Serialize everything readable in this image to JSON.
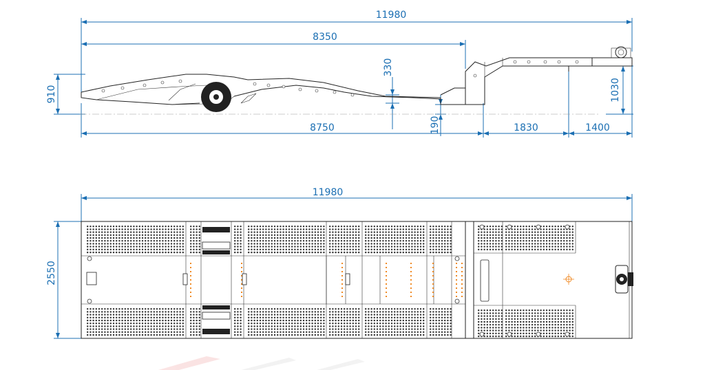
{
  "side_view": {
    "dims": {
      "overall_length": "11980",
      "deck_length": "8350",
      "rise": "330",
      "rear_height": "910",
      "lower_length": "8750",
      "ramp_drop": "190",
      "gooseneck": "1830",
      "kingpin": "1400",
      "front_height": "1030"
    }
  },
  "top_view": {
    "dims": {
      "overall_length": "11980",
      "width": "2550"
    }
  },
  "colors": {
    "dimension": "#1b6fb3",
    "outline": "#222222",
    "accent": "#f08a24"
  }
}
